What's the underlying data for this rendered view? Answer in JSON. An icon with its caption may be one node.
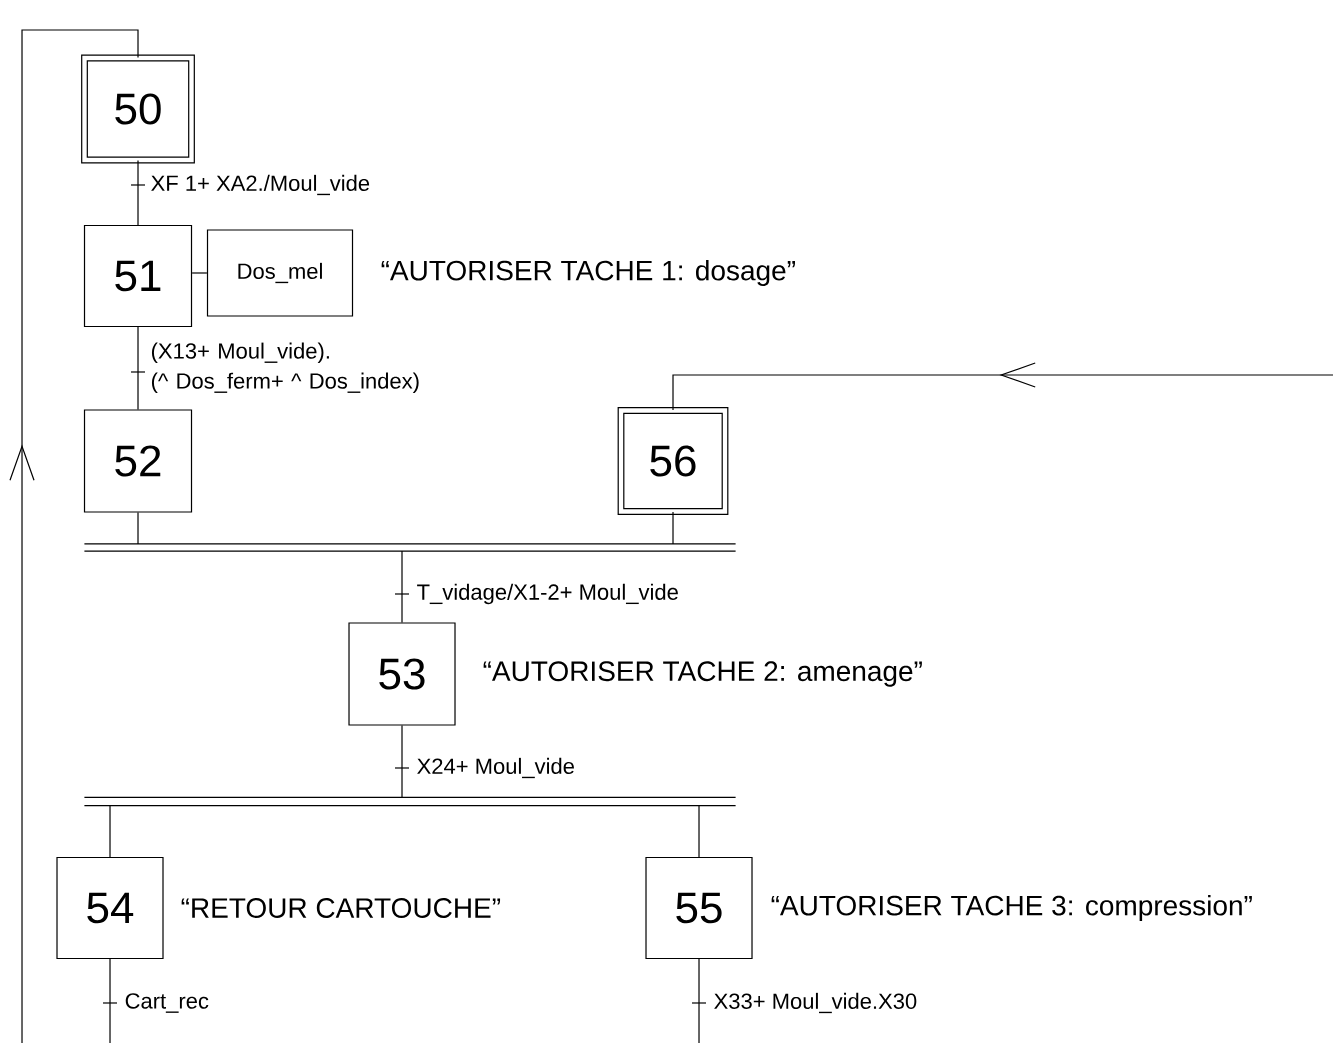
{
  "diagram": {
    "nodes": [
      {
        "text": [
          "50"
        ]
      },
      {
        "text": [
          "51"
        ]
      },
      {
        "text": [
          "Dos_mel"
        ],
        "beside": [
          "“AUTORISER TACHE 1: dosage”"
        ]
      },
      {
        "text": [
          "52"
        ]
      },
      {
        "text": [
          "56"
        ]
      },
      {
        "text": [],
        "shape": "bar"
      },
      {
        "text": [
          "53"
        ],
        "beside": [
          "“AUTORISER TACHE 2: amenage”"
        ]
      },
      {
        "text": [],
        "shape": "bar"
      },
      {
        "text": [
          "54"
        ],
        "beside": [
          "“RETOUR CARTOUCHE”"
        ]
      },
      {
        "text": [
          "55"
        ],
        "beside": [
          "“AUTORISER TACHE 3: compression”"
        ]
      }
    ],
    "edges": [
      {
        "from": 0,
        "to": 1,
        "arrow": "none",
        "label": "XF 1+ XA2./Moul_vide"
      },
      {
        "from": 1,
        "to": 2,
        "arrow": "none"
      },
      {
        "from": 1,
        "to": 3,
        "arrow": "none",
        "label": "(X13+ Moul_vide). (^ Dos_ferm+ ^ Dos_index)"
      },
      {
        "from": 3,
        "to": 5,
        "arrow": "none"
      },
      {
        "from": 4,
        "to": 5,
        "arrow": "none"
      },
      {
        "from": 5,
        "to": 6,
        "arrow": "none",
        "label": "T_vidage/X1-2+ Moul_vide"
      },
      {
        "from": 6,
        "to": 7,
        "arrow": "none",
        "label": "X24+ Moul_vide"
      },
      {
        "from": 7,
        "to": 8,
        "arrow": "none"
      },
      {
        "from": 7,
        "to": 9,
        "arrow": "none"
      },
      {
        "from": 8,
        "to": 0,
        "arrow": "to",
        "label": "Cart_rec"
      },
      {
        "from": 9,
        "to": 4,
        "arrow": "to",
        "label": "X33+ Moul_vide.X30"
      }
    ]
  }
}
